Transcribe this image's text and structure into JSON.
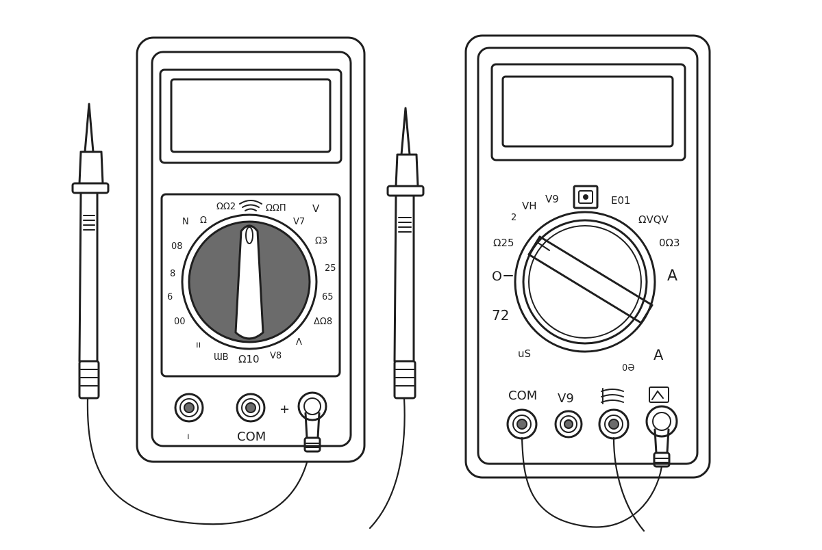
{
  "colors": {
    "ink": "#1f1f1f",
    "dial_left_fill": "#6b6b6b",
    "paper": "#ffffff"
  },
  "left_meter": {
    "dial_labels": [
      "ΩΩ2",
      "ΩΩΠ",
      "V",
      "N",
      "Ω",
      "V7",
      "Ω3",
      "25",
      "8",
      "08",
      "6",
      "65",
      "00",
      "ΔΩ8",
      "ıı",
      "ƜB",
      "Ω10",
      "V8",
      "Ʌ"
    ],
    "ports": [
      {
        "under_label": "ı"
      },
      {
        "under_label": "COM"
      },
      {
        "side_label": "+"
      }
    ]
  },
  "right_meter": {
    "dial_labels": [
      "VH",
      "V9",
      "E01",
      "2",
      "ΩVQV",
      "Ω25",
      "0Ω3",
      "O",
      "A",
      "72",
      "uS",
      "A",
      "0Ə"
    ],
    "ports": [
      {
        "label": "COM"
      },
      {
        "label": "V9"
      },
      {
        "label": ""
      },
      {
        "label": ""
      }
    ]
  }
}
